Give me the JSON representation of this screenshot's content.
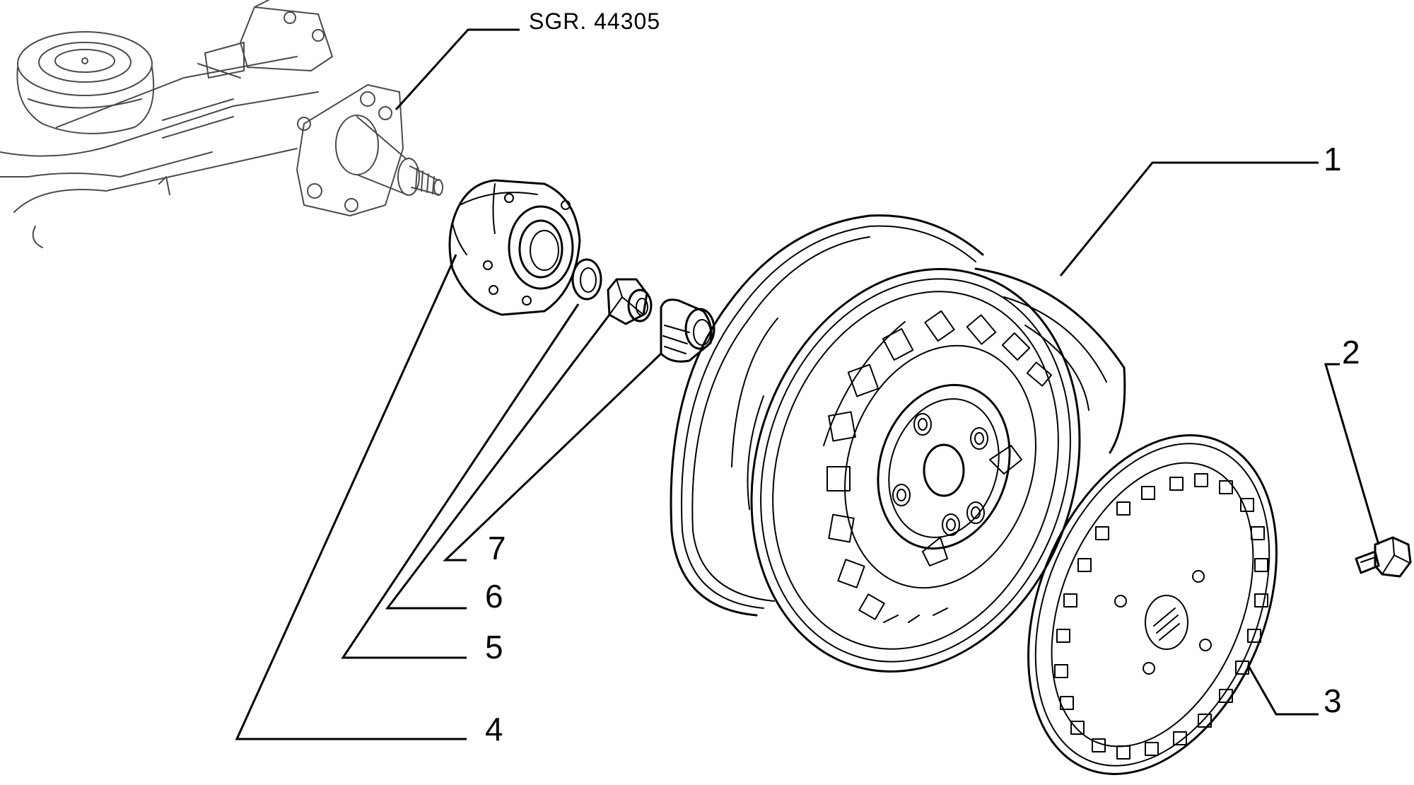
{
  "reference": {
    "text": "SGR. 44305"
  },
  "callouts": [
    {
      "id": "1",
      "text": "1"
    },
    {
      "id": "2",
      "text": "2"
    },
    {
      "id": "3",
      "text": "3"
    },
    {
      "id": "4",
      "text": "4"
    },
    {
      "id": "5",
      "text": "5"
    },
    {
      "id": "6",
      "text": "6"
    },
    {
      "id": "7",
      "text": "7"
    }
  ]
}
